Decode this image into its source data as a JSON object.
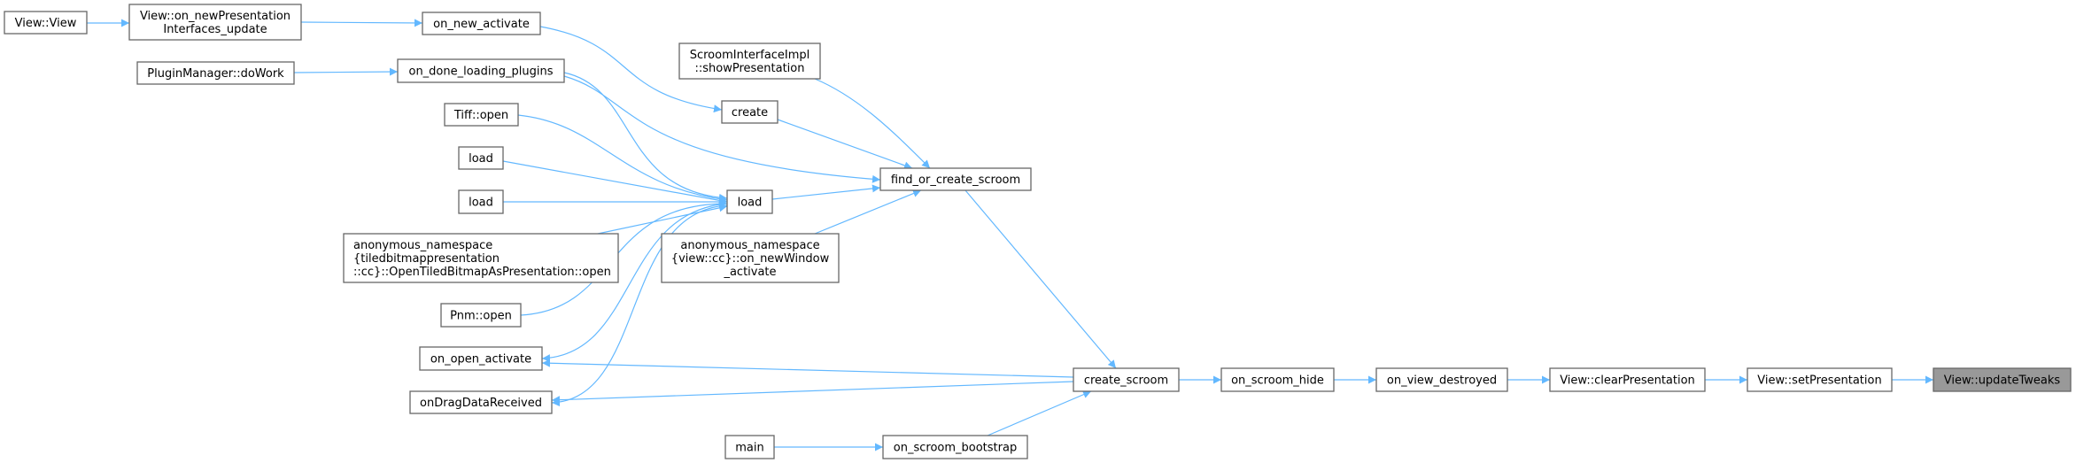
{
  "graph": {
    "type": "caller-graph",
    "current_function": "View::updateTweaks",
    "colors": {
      "edge": "#63b8ff",
      "node_border": "#666666",
      "node_fill": "#ffffff",
      "current_fill": "#999999"
    },
    "nodes": [
      {
        "id": "vv",
        "lines": [
          "View::View"
        ]
      },
      {
        "id": "np",
        "lines": [
          "View::on_newPresentation",
          "Interfaces_update"
        ]
      },
      {
        "id": "na",
        "lines": [
          "on_new_activate"
        ]
      },
      {
        "id": "pm",
        "lines": [
          "PluginManager::doWork"
        ]
      },
      {
        "id": "dl",
        "lines": [
          "on_done_loading_plugins"
        ]
      },
      {
        "id": "tf",
        "lines": [
          "Tiff::open"
        ]
      },
      {
        "id": "l1",
        "lines": [
          "load"
        ]
      },
      {
        "id": "l2",
        "lines": [
          "load"
        ]
      },
      {
        "id": "at",
        "lines": [
          "anonymous_namespace",
          "{tiledbitmappresentation",
          "::cc}::OpenTiledBitmapAsPresentation::open"
        ]
      },
      {
        "id": "pn",
        "lines": [
          "Pnm::open"
        ]
      },
      {
        "id": "oa",
        "lines": [
          "on_open_activate"
        ]
      },
      {
        "id": "dd",
        "lines": [
          "onDragDataReceived"
        ]
      },
      {
        "id": "sp",
        "lines": [
          "ScroomInterfaceImpl",
          "::showPresentation"
        ]
      },
      {
        "id": "cr",
        "lines": [
          "create"
        ]
      },
      {
        "id": "fc",
        "lines": [
          "find_or_create_scroom"
        ]
      },
      {
        "id": "ld",
        "lines": [
          "load"
        ]
      },
      {
        "id": "av",
        "lines": [
          "anonymous_namespace",
          "{view::cc}::on_newWindow",
          "_activate"
        ]
      },
      {
        "id": "mn",
        "lines": [
          "main"
        ]
      },
      {
        "id": "sb",
        "lines": [
          "on_scroom_bootstrap"
        ]
      },
      {
        "id": "cs",
        "lines": [
          "create_scroom"
        ]
      },
      {
        "id": "sh",
        "lines": [
          "on_scroom_hide"
        ]
      },
      {
        "id": "vd",
        "lines": [
          "on_view_destroyed"
        ]
      },
      {
        "id": "cp",
        "lines": [
          "View::clearPresentation"
        ]
      },
      {
        "id": "stp",
        "lines": [
          "View::setPresentation"
        ]
      },
      {
        "id": "ut",
        "lines": [
          "View::updateTweaks"
        ]
      }
    ],
    "edges": [
      [
        "vv",
        "np"
      ],
      [
        "np",
        "na"
      ],
      [
        "pm",
        "dl"
      ],
      [
        "na",
        "cr"
      ],
      [
        "dl",
        "ld"
      ],
      [
        "dl",
        "fc"
      ],
      [
        "tf",
        "ld"
      ],
      [
        "l1",
        "ld"
      ],
      [
        "l2",
        "ld"
      ],
      [
        "at",
        "ld"
      ],
      [
        "pn",
        "ld"
      ],
      [
        "ld",
        "oa"
      ],
      [
        "ld",
        "dd"
      ],
      [
        "cr",
        "fc"
      ],
      [
        "sp",
        "fc"
      ],
      [
        "ld",
        "fc"
      ],
      [
        "av",
        "fc"
      ],
      [
        "fc",
        "cs"
      ],
      [
        "cs",
        "oa"
      ],
      [
        "cs",
        "dd"
      ],
      [
        "mn",
        "sb"
      ],
      [
        "sb",
        "cs"
      ],
      [
        "cs",
        "sh"
      ],
      [
        "sh",
        "vd"
      ],
      [
        "vd",
        "cp"
      ],
      [
        "cp",
        "stp"
      ],
      [
        "stp",
        "ut"
      ]
    ]
  }
}
